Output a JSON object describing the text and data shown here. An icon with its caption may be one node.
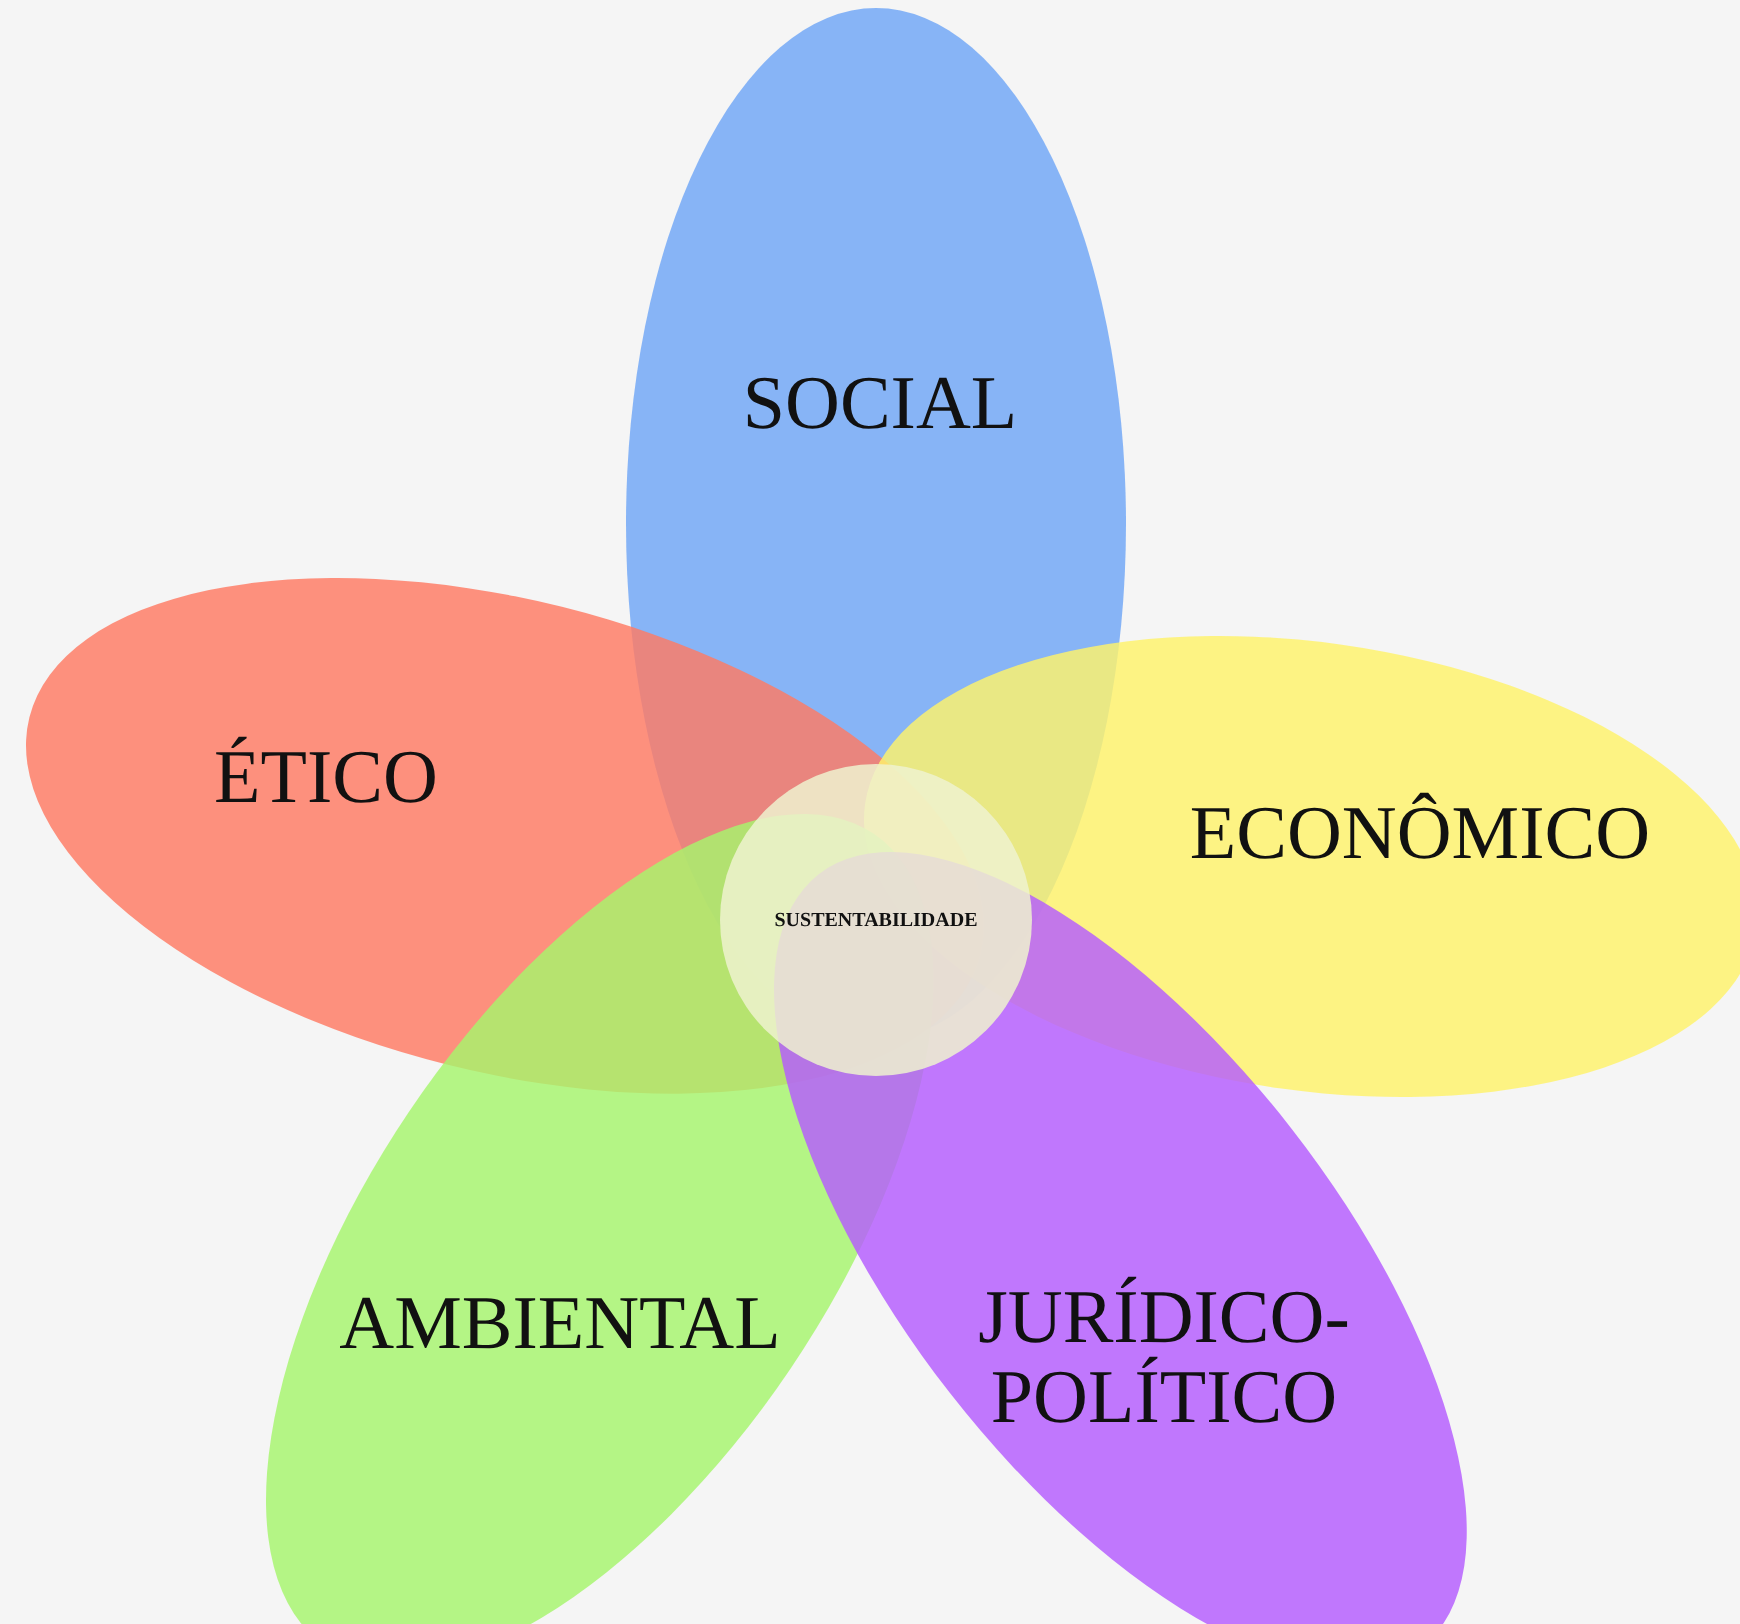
{
  "diagram": {
    "nodes": [
      {
        "text": [
          "SOCIAL"
        ]
      },
      {
        "text": [
          "ÉTICO"
        ]
      },
      {
        "text": [
          "ECONÔMICO"
        ]
      },
      {
        "text": [
          "AMBIENTAL"
        ]
      },
      {
        "text": [
          "JURÍDICO-POLÍTICO"
        ]
      },
      {
        "text": [
          "SUSTENTABILIDADE"
        ]
      }
    ],
    "edges": []
  }
}
